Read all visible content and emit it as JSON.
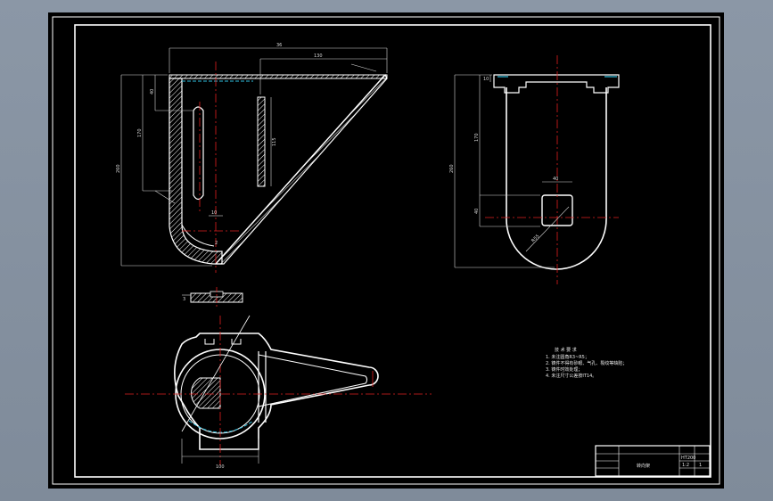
{
  "colors": {
    "background": "#8b97a6",
    "sheet": "#000000",
    "outline": "#ffffff",
    "centerline": "#e02020",
    "hidden": "#30c0e0",
    "dimension": "#d8d8d8"
  },
  "dimensions": {
    "front_top_overall": "36",
    "front_top_inner": "130",
    "front_left_a": "40",
    "front_left_b": "170",
    "front_left_overall": "260",
    "front_rib": "115",
    "front_small": "10",
    "front_two": "2",
    "side_top": "10",
    "side_mid": "170",
    "side_overall": "260",
    "side_square": "40",
    "side_square_h": "40",
    "side_radius": "R55",
    "plan_bottom": "100",
    "plan_left": "3"
  },
  "notes": {
    "title": "技 术 要 求",
    "line1": "1. 未注圆角R3~R5；",
    "line2": "2. 铸件不得有砂眼、气孔、裂纹等缺陷；",
    "line3": "3. 铸件时效处理；",
    "line4": "4. 未注尺寸公差按IT14。"
  },
  "title_block": {
    "part_name": "转向架",
    "material": "HT200",
    "scale": "1:2",
    "qty": "1"
  }
}
